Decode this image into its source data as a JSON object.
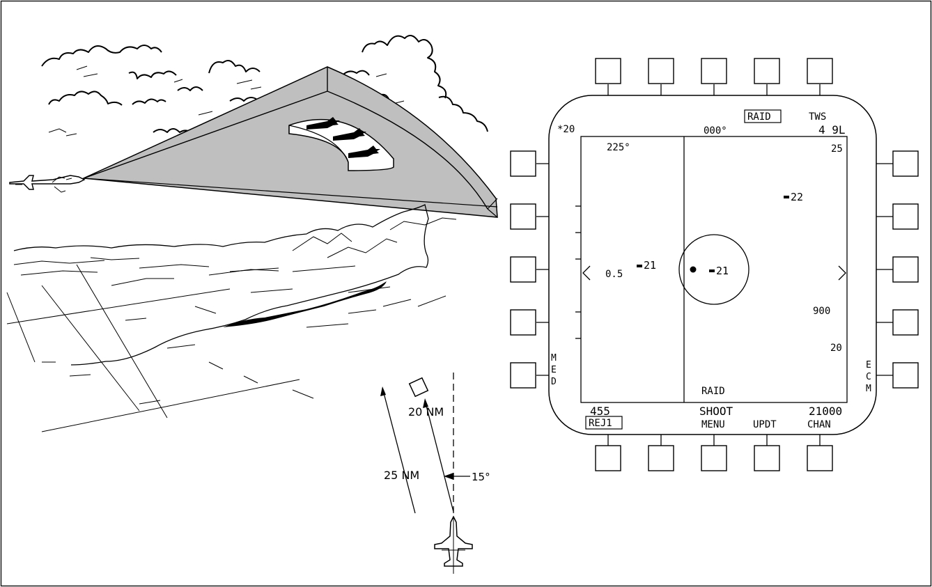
{
  "colors": {
    "ink": "#000000",
    "paper": "#ffffff",
    "scan_fill": "#bfbfbf"
  },
  "illustration": {
    "range_far": "25 NM",
    "range_near": "20 NM",
    "angle": "15°"
  },
  "display": {
    "raid_box": "RAID",
    "mode": "TWS",
    "mode_sub": "4 9L",
    "star_value": "*20",
    "heading_top": "000°",
    "azimuth_left": "225°",
    "range_scale": "25",
    "left_caret_value": "0.5",
    "targets": [
      {
        "label": "21"
      },
      {
        "label": "21"
      },
      {
        "label": "22"
      }
    ],
    "right_value_1": "900",
    "right_value_2": "20",
    "raid_label": "RAID",
    "med_letters": [
      "M",
      "E",
      "D"
    ],
    "ecm_letters": [
      "E",
      "C",
      "M"
    ],
    "bottom_left_value": "455",
    "rej_box": "REJ1",
    "shoot": "SHOOT",
    "bottom_right_value": "21000",
    "menu": "MENU",
    "updt": "UPDT",
    "chan": "CHAN"
  }
}
